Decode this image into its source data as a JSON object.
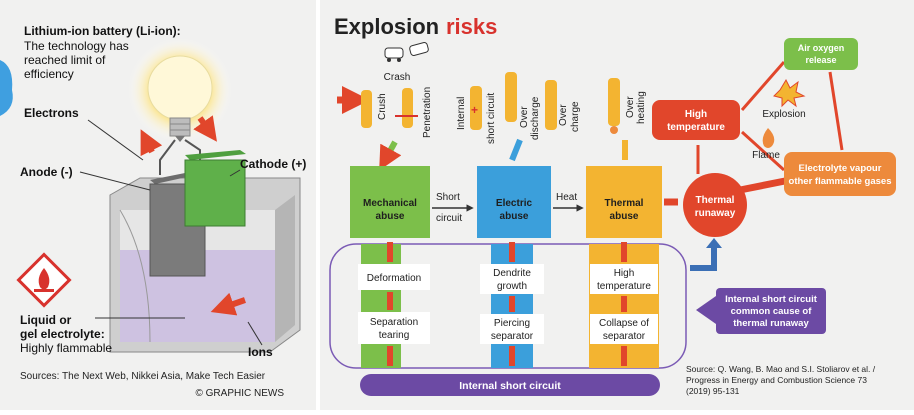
{
  "colors": {
    "panel_bg": "#f1f1f0",
    "title_dark": "#222222",
    "title_accent": "#d8322d",
    "green": "#7cbf4a",
    "blue": "#3b9fdb",
    "yellow": "#f3b431",
    "red": "#e1462b",
    "orange": "#ed8a3c",
    "purple": "#6c4aa4"
  },
  "left": {
    "heading": "Lithium-ion battery (Li-ion):",
    "desc_lines": [
      "The technology has",
      "reached limit of",
      "efficiency"
    ],
    "electrons": "Electrons",
    "anode": "Anode (-)",
    "cathode": "Cathode (+)",
    "electrolyte_l1": "Liquid or",
    "electrolyte_l2": "gel electrolyte:",
    "electrolyte_l3": "Highly flammable",
    "ions": "Ions",
    "sources": "Sources: The Next Web, Nikkei Asia, Make Tech Easier",
    "credit": "© GRAPHIC NEWS"
  },
  "right": {
    "title_a": "Explosion",
    "title_b": "risks",
    "crash": "Crash",
    "crush": "Crush",
    "penetration": "Penetration",
    "internal_l1": "Internal",
    "internal_l2": "short circuit",
    "over_discharge_l1": "Over",
    "over_discharge_l2": "discharge",
    "over_charge_l1": "Over",
    "over_charge_l2": "charge",
    "over_heating_l1": "Over",
    "over_heating_l2": "heating",
    "mechanical_l1": "Mechanical",
    "mechanical_l2": "abuse",
    "electric_l1": "Electric",
    "electric_l2": "abuse",
    "thermal_l1": "Thermal",
    "thermal_l2": "abuse",
    "short_l1": "Short",
    "short_l2": "circuit",
    "heat": "Heat",
    "thermal_runaway_l1": "Thermal",
    "thermal_runaway_l2": "runaway",
    "high_temp_l1": "High",
    "high_temp_l2": "temperature",
    "air_l1": "Air oxygen",
    "air_l2": "release",
    "explosion": "Explosion",
    "flame": "Flame",
    "vapour_l1": "Electrolyte vapour",
    "vapour_l2": "other flammable gases",
    "deformation": "Deformation",
    "separation_l1": "Separation",
    "separation_l2": "tearing",
    "dendrite_l1": "Dendrite",
    "dendrite_l2": "growth",
    "piercing_l1": "Piercing",
    "piercing_l2": "separator",
    "hightemp2_l1": "High",
    "hightemp2_l2": "temperature",
    "collapse_l1": "Collapse of",
    "collapse_l2": "separator",
    "isc_box_l1": "Internal short circuit",
    "isc_box_l2": "common cause of",
    "isc_box_l3": "thermal runaway",
    "isc_bar": "Internal short circuit",
    "source_l1": "Source: Q. Wang, B. Mao and S.I. Stoliarov et al. /",
    "source_l2": "Progress in Energy and Combustion Science 73",
    "source_l3": "(2019) 95-131"
  }
}
